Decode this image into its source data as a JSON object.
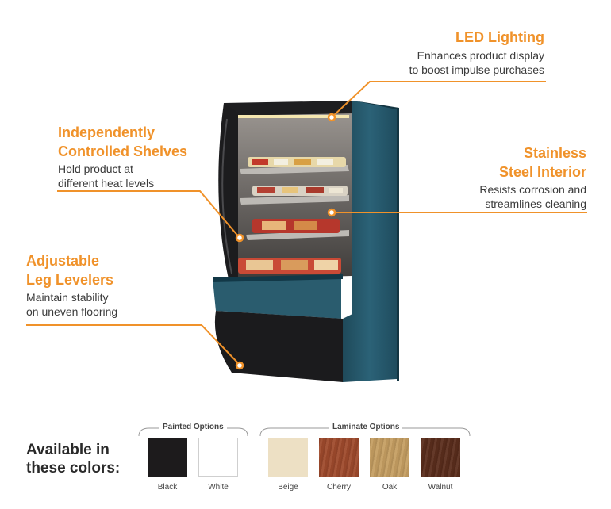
{
  "features": {
    "led": {
      "title": "LED Lighting",
      "desc1": "Enhances product display",
      "desc2": "to boost impulse purchases"
    },
    "shelves": {
      "title1": "Independently",
      "title2": "Controlled Shelves",
      "desc1": "Hold product at",
      "desc2": "different heat levels"
    },
    "steel": {
      "title1": "Stainless",
      "title2": "Steel Interior",
      "desc1": "Resists corrosion and",
      "desc2": "streamlines cleaning"
    },
    "legs": {
      "title1": "Adjustable",
      "title2": "Leg Levelers",
      "desc1": "Maintain stability",
      "desc2": "on uneven flooring"
    }
  },
  "colors": {
    "heading1": "Available in",
    "heading2": "these colors:",
    "painted_label": "Painted Options",
    "laminate_label": "Laminate Options",
    "swatches": [
      {
        "name": "Black",
        "color": "#1d1b1c"
      },
      {
        "name": "White",
        "color": "#ffffff"
      },
      {
        "name": "Beige",
        "color": "#ede0c4"
      },
      {
        "name": "Cherry",
        "color": "#9e4a2c"
      },
      {
        "name": "Oak",
        "color": "#c59e62"
      },
      {
        "name": "Walnut",
        "color": "#5a2d1c"
      }
    ]
  },
  "theme": {
    "accent": "#f0922a",
    "cabinet": "#2a5c6e"
  }
}
